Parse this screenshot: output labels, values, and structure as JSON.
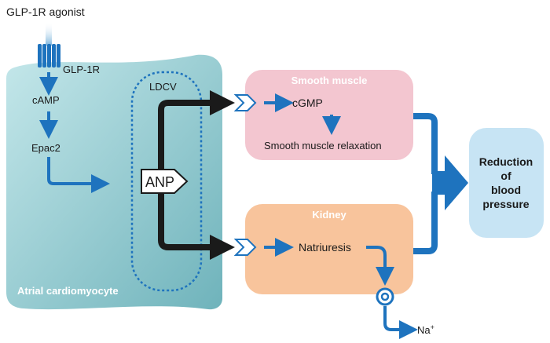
{
  "agonist": "GLP-1R agonist",
  "receptor": "GLP-1R",
  "cell": {
    "label": "Atrial cardiomyocyte",
    "camp": "cAMP",
    "epac2": "Epac2",
    "ldcv": "LDCV",
    "anp": "ANP"
  },
  "smooth_muscle": {
    "title": "Smooth muscle",
    "cgmp": "cGMP",
    "relaxation": "Smooth muscle relaxation"
  },
  "kidney": {
    "title": "Kidney",
    "natriuresis": "Natriuresis",
    "sodium": "Na",
    "sodium_charge": "+"
  },
  "outcome": {
    "line1": "Reduction",
    "line2": "of",
    "line3": "blood",
    "line4": "pressure"
  },
  "colors": {
    "cell_fill": "#a8d8dc",
    "smooth_fill": "#f3c6d0",
    "kidney_fill": "#f8c49c",
    "outcome_fill": "#c7e4f4",
    "arrow_blue": "#1e73be",
    "arrow_black": "#1a1a1a"
  }
}
